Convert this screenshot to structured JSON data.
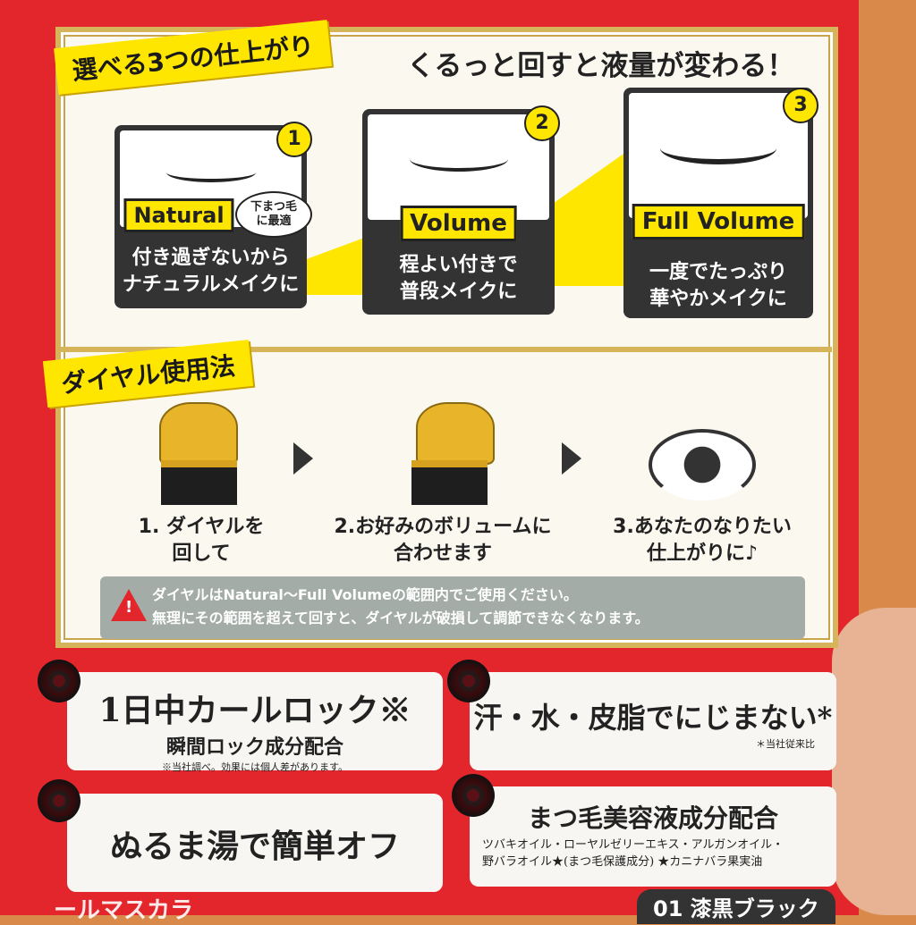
{
  "finishes": {
    "banner": "選べる3つの仕上がり",
    "headline": "くるっと回すと液量が変わる！",
    "cards": [
      {
        "num": "1",
        "label": "Natural",
        "badge": "下まつ毛に最適",
        "desc1": "付き過ぎないから",
        "desc2": "ナチュラルメイクに"
      },
      {
        "num": "2",
        "label": "Volume",
        "desc1": "程よい付きで",
        "desc2": "普段メイクに"
      },
      {
        "num": "3",
        "label": "Full Volume",
        "desc1": "一度でたっぷり",
        "desc2": "華やかメイクに"
      }
    ]
  },
  "dial": {
    "banner": "ダイヤル使用法",
    "steps": [
      {
        "l1": "1. ダイヤルを",
        "l2": "回して"
      },
      {
        "l1": "2.お好みのボリュームに",
        "l2": "合わせます"
      },
      {
        "l1": "3.あなたのなりたい",
        "l2": "仕上がりに♪"
      }
    ],
    "warning1": "ダイヤルはNatural～Full Volumeの範囲内でご使用ください。",
    "warning2": "無理にその範囲を超えて回すと、ダイヤルが破損して調節できなくなります。"
  },
  "features": [
    {
      "title": "1日中カールロック※",
      "sub": "瞬間ロック成分配合",
      "note": "※当社調べ。効果には個人差があります。"
    },
    {
      "title": "汗・水・皮脂でにじまない*",
      "note": "＊当社従来比"
    },
    {
      "title": "ぬるま湯で簡単オフ"
    },
    {
      "title": "まつ毛美容液成分配合",
      "note": "ツバキオイル・ローヤルゼリーエキス・アルガンオイル・",
      "note2": "野バラオイル★(まつ毛保護成分) ★カニナバラ果実油"
    }
  ],
  "bottom": {
    "name": "ールマスカラ",
    "shade": "01 漆黒ブラック"
  },
  "colors": {
    "red": "#e3262c",
    "yellow": "#ffe600",
    "dark": "#333333",
    "gold": "#d6b45a"
  }
}
